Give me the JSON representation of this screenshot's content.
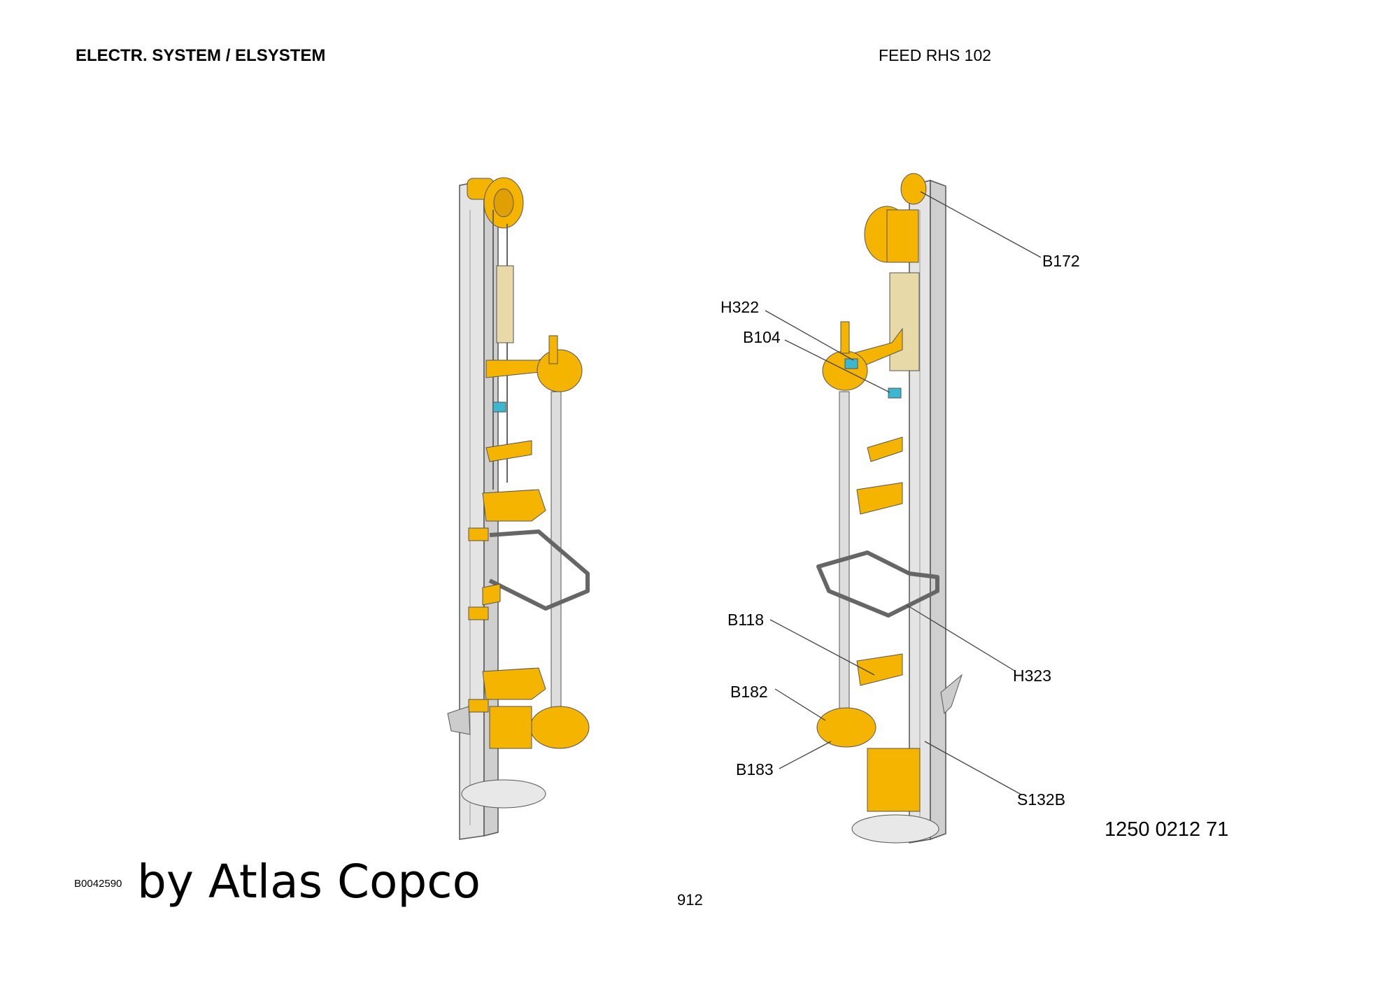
{
  "header": {
    "section_title": "ELECTR. SYSTEM / ELSYSTEM",
    "assembly_title": "FEED RHS 102"
  },
  "callouts": [
    {
      "id": "B172",
      "label": "B172"
    },
    {
      "id": "H322",
      "label": "H322"
    },
    {
      "id": "B104",
      "label": "B104"
    },
    {
      "id": "B118",
      "label": "B118"
    },
    {
      "id": "H323",
      "label": "H323"
    },
    {
      "id": "B182",
      "label": "B182"
    },
    {
      "id": "B183",
      "label": "B183"
    },
    {
      "id": "S132B",
      "label": "S132B"
    }
  ],
  "footer": {
    "part_number": "1250 0212 71",
    "drawing_id": "B0042590",
    "watermark": "by Atlas Copco",
    "page_number": "912"
  },
  "colors": {
    "component_yellow": "#f5b400",
    "frame_grey": "#dcdcdc",
    "outline": "#555555",
    "sensor_cyan": "#3bb8d0",
    "leader_line": "#444444"
  }
}
